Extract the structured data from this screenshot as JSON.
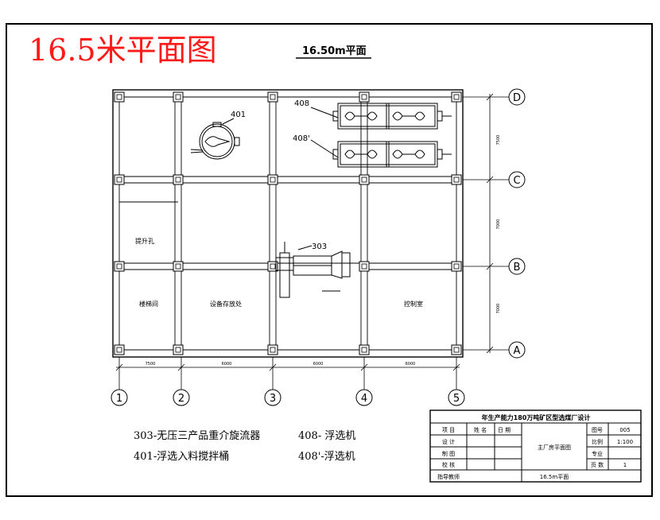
{
  "page_title": "16.5米平面图",
  "plan_title": "16.50m平面",
  "axis_columns": [
    "1",
    "2",
    "3",
    "4",
    "5"
  ],
  "axis_rows": [
    "D",
    "C",
    "B",
    "A"
  ],
  "dims_vertical": [
    "7500",
    "7000",
    "7000"
  ],
  "dims_horizontal": [
    "7500",
    "6000",
    "6000",
    "6000"
  ],
  "equipment_tags": {
    "e401": "401",
    "e408": "408",
    "e408p": "408'",
    "e303": "303"
  },
  "rooms": {
    "hoist_hole": "提升孔",
    "stairwell": "楼梯间",
    "equipment_aisle": "设备存放处",
    "control_room": "控制室"
  },
  "legend": [
    "303-无压三产品重介旋流器",
    "408- 浮选机",
    "401-浮选入料搅拌桶",
    "408'-浮选机"
  ],
  "title_block": {
    "project_title": "年生产能力180万吨矿区型选煤厂设计",
    "col_name": "姓 名",
    "col_date": "日 期",
    "roles": [
      "项 目",
      "设 计",
      "制 图",
      "校 核",
      "指导教师"
    ],
    "drawing_name": "主厂房平面图",
    "drawing_sub": "16.5m平面",
    "labels": [
      "图号",
      "比例",
      "专业",
      "页 数"
    ],
    "values": [
      "005",
      "1:100",
      "",
      "1"
    ]
  }
}
